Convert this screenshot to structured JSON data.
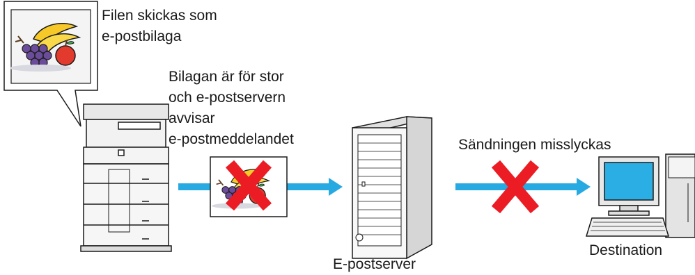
{
  "callout": {
    "line1": "Filen skickas som",
    "line2": "e-postbilaga"
  },
  "reject_note": {
    "line1": "Bilagan är för stor",
    "line2": "och e-postservern",
    "line3": "avvisar",
    "line4": "e-postmeddelandet"
  },
  "failure_note": "Sändningen misslyckas",
  "server_label": "E-postserver",
  "destination_label": "Destination",
  "colors": {
    "arrow": "#27a9e1",
    "cross": "#ec1c24",
    "device_fill": "#f0f0f0",
    "outline": "#1a1a1a"
  },
  "icons": [
    "speech-bubble-icon",
    "fruit-image-icon",
    "multifunction-printer-icon",
    "attachment-icon",
    "cross-mark-icon",
    "mail-server-tower-icon",
    "desktop-computer-icon",
    "arrow-right-icon"
  ]
}
